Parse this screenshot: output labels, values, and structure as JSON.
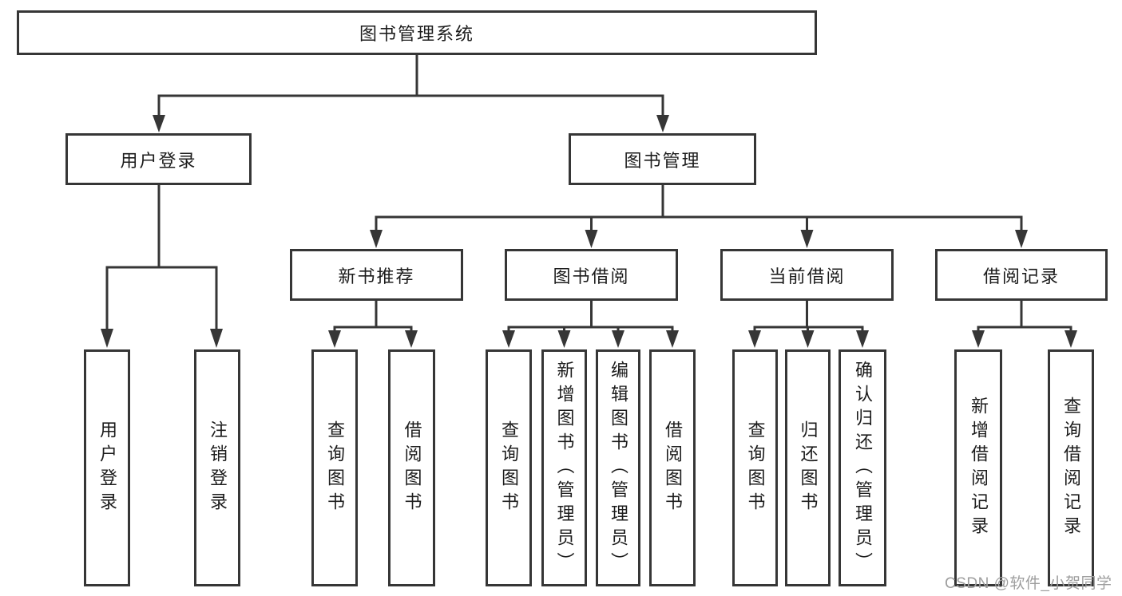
{
  "nodes": {
    "root": "图书管理系统",
    "user_login": "用户登录",
    "book_mgmt": "图书管理",
    "new_book_rec": "新书推荐",
    "book_borrow": "图书借阅",
    "current_borrow": "当前借阅",
    "borrow_records": "借阅记录",
    "leaf_user_login": "用户登录",
    "leaf_logout": "注销登录",
    "leaf_query_book_a": "查询图书",
    "leaf_borrow_book_a": "借阅图书",
    "leaf_query_book_b": "查询图书",
    "leaf_add_book": "新增图书（管理员）",
    "leaf_edit_book": "编辑图书（管理员）",
    "leaf_borrow_book_b": "借阅图书",
    "leaf_query_book_c": "查询图书",
    "leaf_return_book": "归还图书",
    "leaf_confirm_return": "确认归还（管理员）",
    "leaf_add_record": "新增借阅记录",
    "leaf_query_record": "查询借阅记录"
  },
  "hierarchy": {
    "图书管理系统": [
      "用户登录",
      "图书管理"
    ],
    "用户登录": [
      "用户登录",
      "注销登录"
    ],
    "图书管理": [
      "新书推荐",
      "图书借阅",
      "当前借阅",
      "借阅记录"
    ],
    "新书推荐": [
      "查询图书",
      "借阅图书"
    ],
    "图书借阅": [
      "查询图书",
      "新增图书（管理员）",
      "编辑图书（管理员）",
      "借阅图书"
    ],
    "当前借阅": [
      "查询图书",
      "归还图书",
      "确认归还（管理员）"
    ],
    "借阅记录": [
      "新增借阅记录",
      "查询借阅记录"
    ]
  },
  "watermark": {
    "text": "CSDN @软件_小贺同学",
    "color": "#9e9e9e"
  },
  "colors": {
    "line": "#363636",
    "text": "#1c1c1c",
    "background": "#ffffff"
  }
}
